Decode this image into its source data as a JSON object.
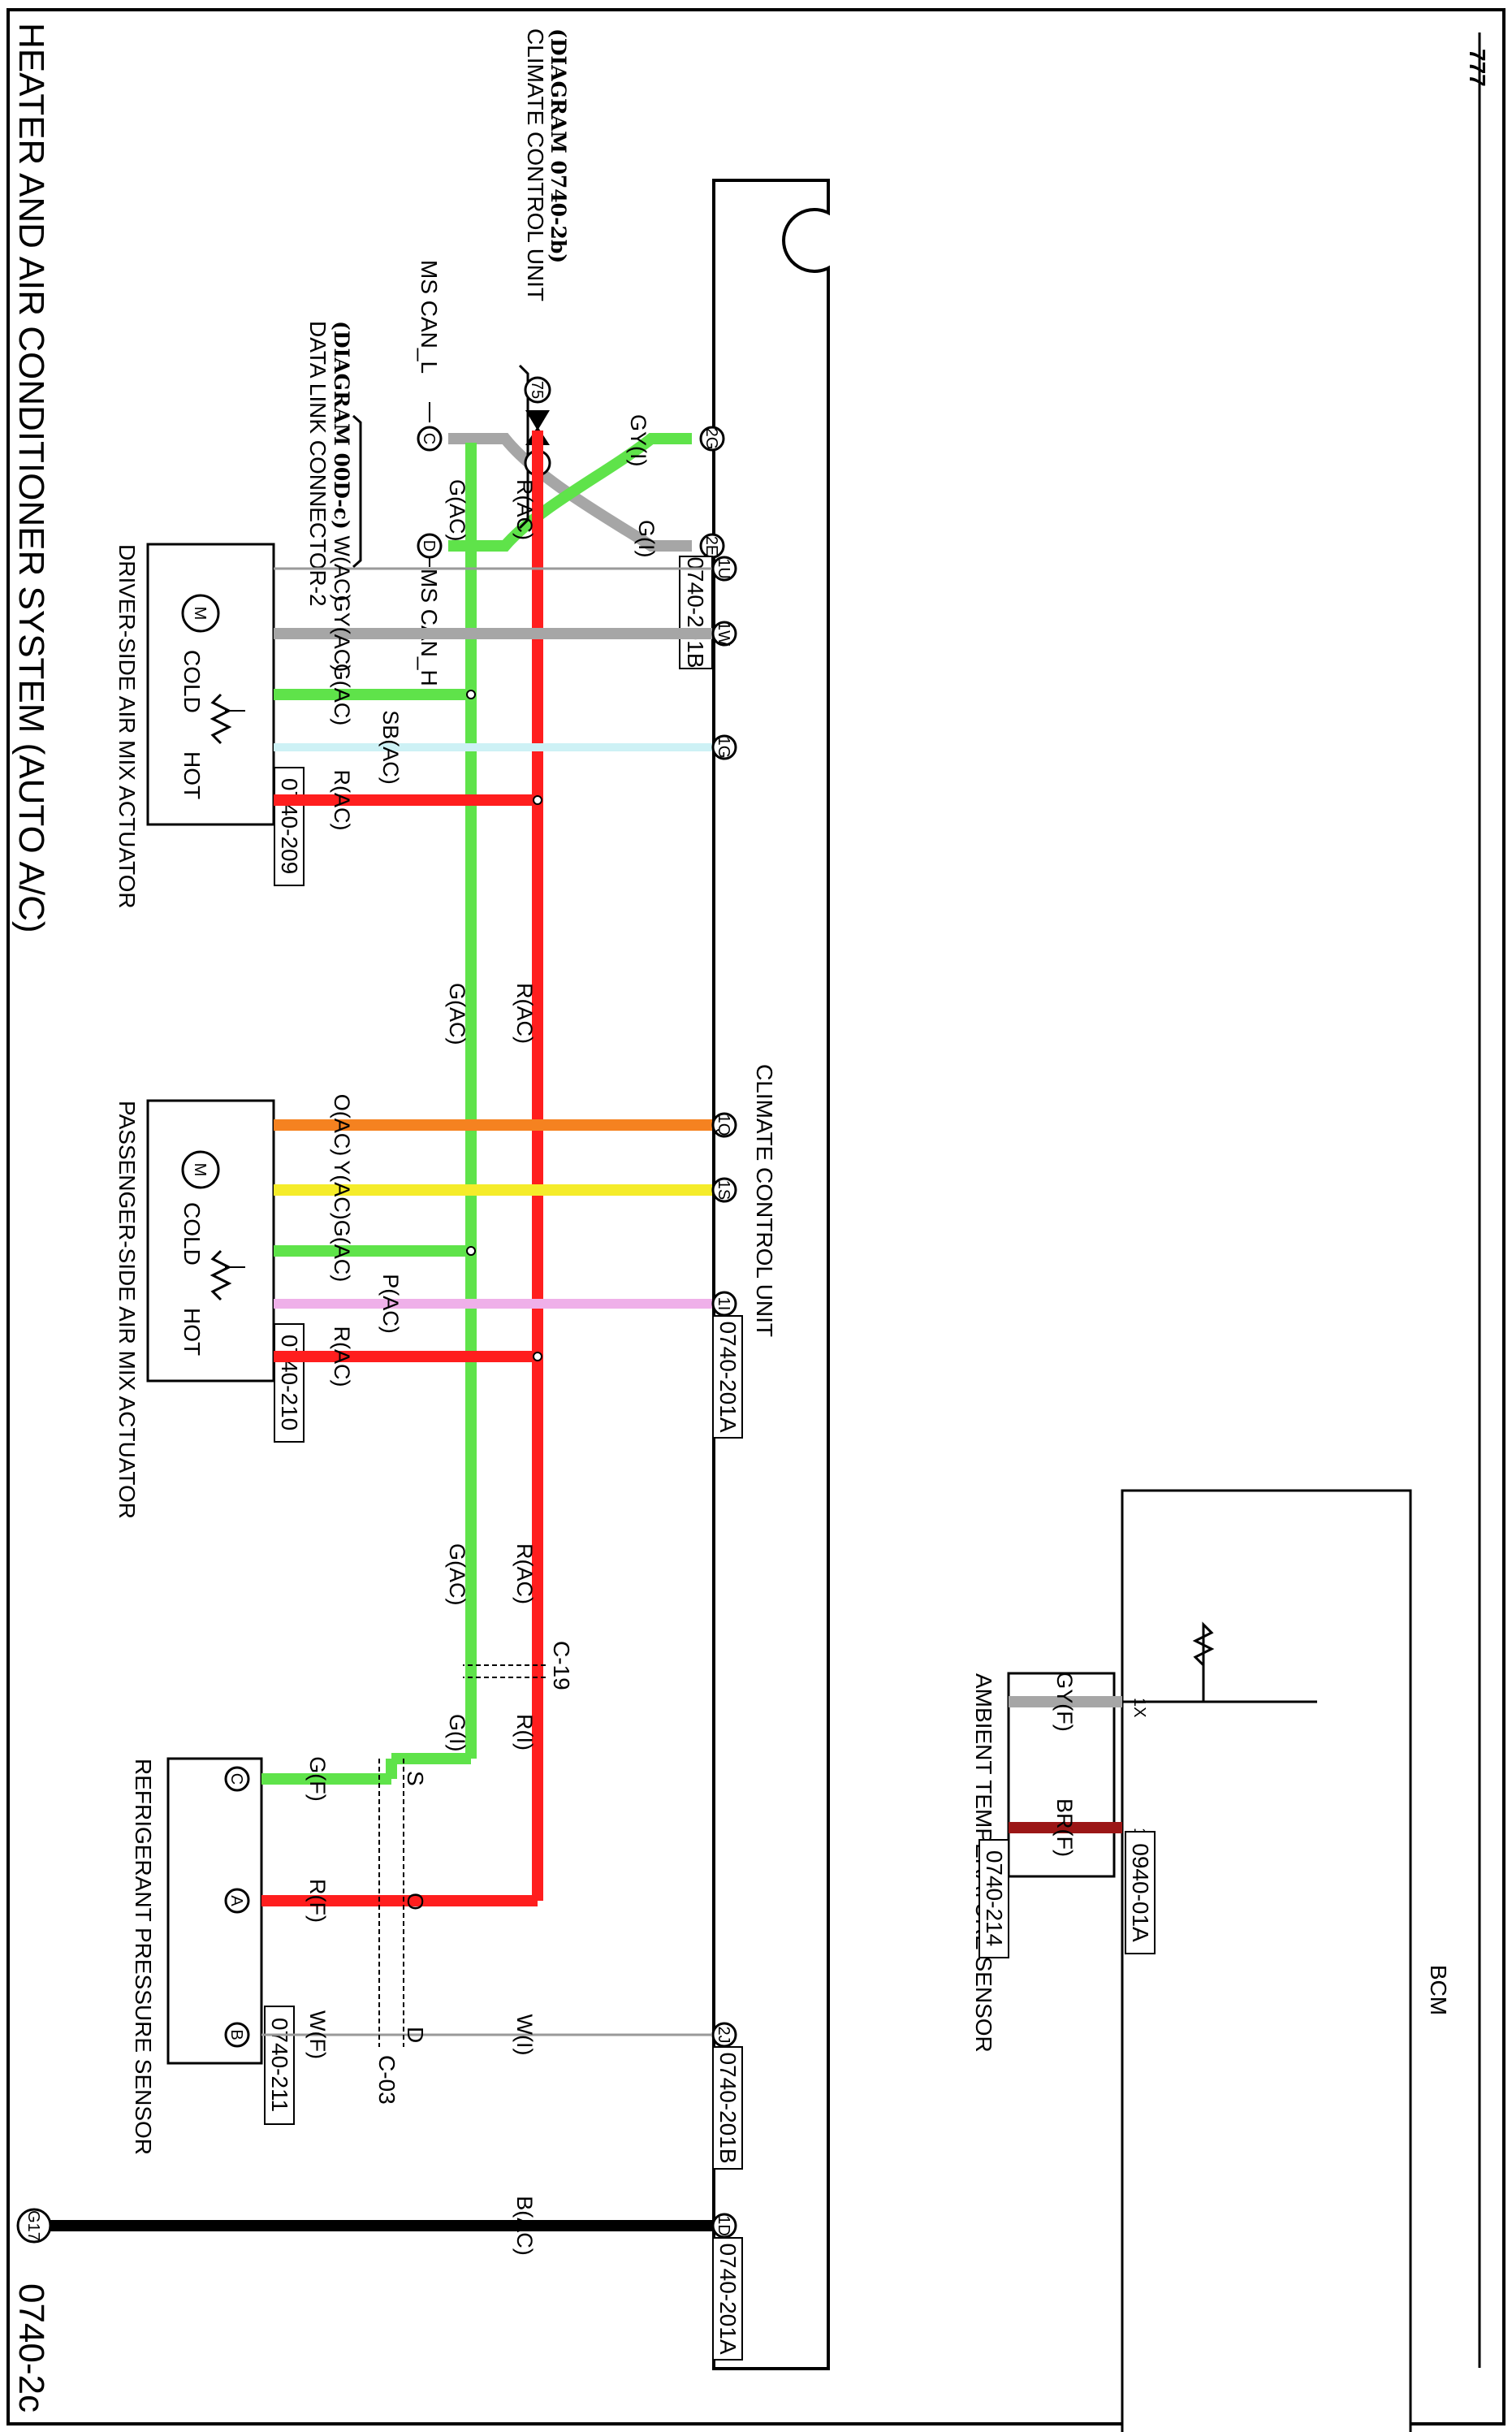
{
  "header": {
    "title": "HEATER AND AIR CONDITIONER SYSTEM (AUTO A/C)",
    "page_code": "0740-2c"
  },
  "ground_symbol": "777",
  "colors": {
    "G": "#5fe34a",
    "R": "#ff1e1e",
    "GY": "#a6a6a6",
    "W": "#9a9a9a",
    "SB": "#cdf1f5",
    "O": "#f58220",
    "Y": "#f5ec2a",
    "P": "#efb0e9",
    "BR": "#9b1616",
    "B": "#000000"
  },
  "components": {
    "data_link_connector": {
      "name": "DATA LINK CONNECTOR-2",
      "ref": "(DIAGRAM 00D-c)",
      "pin_c": "C",
      "pin_d": "D",
      "ms_can_l": "MS CAN_L",
      "ms_can_h": "MS CAN_H",
      "wire_gy": "GY(I)",
      "wire_g": "G(I)",
      "pin_2g": "2G",
      "pin_2e": "2E",
      "connector_ref": "0740-201B"
    },
    "climate_ref": {
      "name": "CLIMATE CONTROL UNIT",
      "ref": "(DIAGRAM 0740-2b)",
      "pin_75": "75",
      "pin_76": "76"
    },
    "climate_unit": {
      "name": "CLIMATE CONTROL UNIT",
      "pins": [
        "1U",
        "1W",
        "1G",
        "1Q",
        "1S",
        "1I",
        "2J",
        "1D"
      ],
      "connector_ref_a": "0740-201A",
      "connector_ref_b": "0740-201B",
      "connector_ref_1a": "0740-201A"
    },
    "driver_actuator": {
      "name": "DRIVER-SIDE AIR MIX ACTUATOR",
      "cold": "COLD",
      "hot": "HOT",
      "motor": "M",
      "connector_ref": "0740-209",
      "wires": [
        "W(AC)",
        "GY(AC)",
        "G(AC)",
        "SB(AC)",
        "R(AC)"
      ]
    },
    "passenger_actuator": {
      "name": "PASSENGER-SIDE AIR MIX ACTUATOR",
      "cold": "COLD",
      "hot": "HOT",
      "motor": "M",
      "connector_ref": "0740-210",
      "wires": [
        "O(AC)",
        "Y(AC)",
        "G(AC)",
        "P(AC)",
        "R(AC)"
      ]
    },
    "bcm": {
      "name": "BCM",
      "pin_1x": "1X",
      "pin_1h": "1H",
      "connector_ref": "0940-01A"
    },
    "ambient_sensor": {
      "name": "AMBIENT TEMPERATURE SENSOR",
      "connector_ref": "0740-214",
      "wire_gy": "GY(F)",
      "wire_br": "BR(F)"
    },
    "refrigerant_sensor": {
      "name": "REFRIGERANT PRESSURE SENSOR",
      "pins": [
        "C",
        "A",
        "B"
      ],
      "connector_ref": "0740-211",
      "wires": [
        "G(F)",
        "R(F)",
        "W(F)"
      ]
    },
    "joint_c19": {
      "name": "C-19"
    },
    "joint_c03": {
      "name": "C-03",
      "pins": [
        "S",
        "O",
        "D"
      ]
    },
    "ground": {
      "name": "G17"
    }
  },
  "wires": {
    "r_ac": "R(AC)",
    "g_ac": "G(AC)",
    "r_i": "R(I)",
    "g_i": "G(I)",
    "w_i": "W(I)",
    "b_ac": "B(AC)"
  }
}
